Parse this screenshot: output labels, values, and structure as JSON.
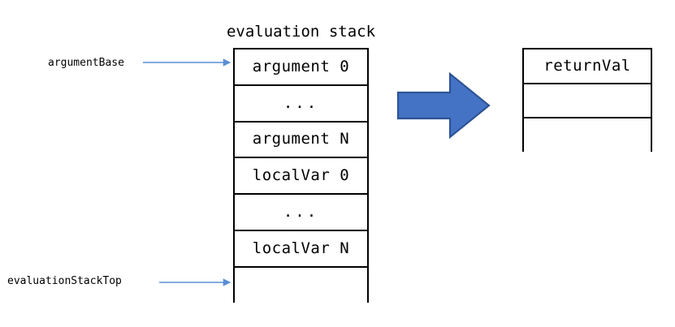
{
  "diagram": {
    "background_color": "#ffffff",
    "line_color": "#000000",
    "title": "evaluation stack",
    "evaluation_stack": {
      "label": "evaluation stack",
      "rows": [
        {
          "text": "argument 0",
          "kind": "value"
        },
        {
          "text": "...",
          "kind": "ellipsis"
        },
        {
          "text": "argument N",
          "kind": "value"
        },
        {
          "text": "localVar 0",
          "kind": "value"
        },
        {
          "text": "...",
          "kind": "ellipsis"
        },
        {
          "text": "localVar N",
          "kind": "value"
        },
        {
          "text": "",
          "kind": "empty"
        }
      ]
    },
    "return_stack": {
      "rows": [
        {
          "text": "returnVal",
          "kind": "value"
        },
        {
          "text": "",
          "kind": "empty"
        },
        {
          "text": "",
          "kind": "empty"
        }
      ]
    },
    "pointers": [
      {
        "name": "argumentBase",
        "label": "argumentBase",
        "target_row": "argument 0",
        "arrow_color": "#5B8FD4"
      },
      {
        "name": "evaluationStackTop",
        "label": "evaluationStackTop",
        "target_row": "empty-top-slot",
        "arrow_color": "#5B8FD4"
      }
    ],
    "transition_arrow": {
      "direction": "right",
      "fill_color": "#4472C4",
      "stroke_color": "#2E5496"
    }
  }
}
